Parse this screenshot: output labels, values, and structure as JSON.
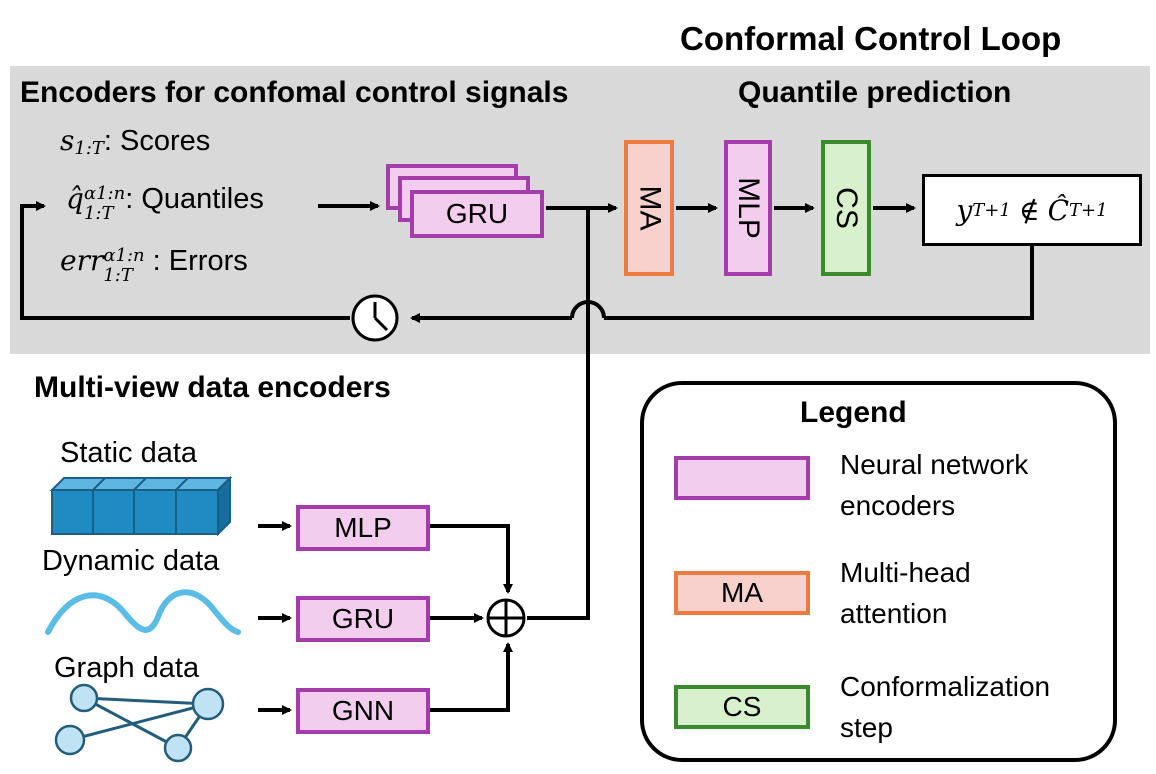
{
  "title": "Conformal Control Loop",
  "top_panel": {
    "encoders_heading": "Encoders for confomal control signals",
    "quantile_heading": "Quantile prediction",
    "signals": [
      {
        "symbol": "s",
        "subscript": "1:T",
        "label": ": Scores"
      },
      {
        "symbol": "q̂",
        "superscript": "α1:n",
        "subscript": "1:T",
        "label": ": Quantiles"
      },
      {
        "symbol": "err",
        "superscript": "α1:n",
        "subscript": "1:T",
        "label": " : Errors"
      }
    ],
    "gru_label": "GRU",
    "ma_label": "MA",
    "mlp_label": "MLP",
    "cs_label": "CS",
    "output": {
      "y": "y",
      "y_sub": "T+1",
      "relation": "∉",
      "c": "Ĉ",
      "c_sub": "T+1"
    },
    "clock_icon": "clock-icon"
  },
  "bottom_panel": {
    "heading": "Multi-view data encoders",
    "views": [
      {
        "label": "Static data",
        "encoder": "MLP",
        "icon": "cube-array-icon"
      },
      {
        "label": "Dynamic data",
        "encoder": "GRU",
        "icon": "wave-icon"
      },
      {
        "label": "Graph data",
        "encoder": "GNN",
        "icon": "graph-icon"
      }
    ],
    "sum_icon": "circle-plus-icon"
  },
  "legend": {
    "title": "Legend",
    "items": [
      {
        "box_label": "",
        "lines": [
          "Neural network",
          "encoders"
        ],
        "style": "nn"
      },
      {
        "box_label": "MA",
        "lines": [
          "Multi-head",
          "attention"
        ],
        "style": "ma"
      },
      {
        "box_label": "CS",
        "lines": [
          "Conformalization",
          "step"
        ],
        "style": "cs"
      }
    ]
  },
  "colors": {
    "panel_bg": "#d9d9d9",
    "nn_fill": "#f2cdee",
    "nn_border": "#a43cab",
    "ma_fill": "#f8d0cc",
    "ma_border": "#ec7b3d",
    "cs_fill": "#d8f0cc",
    "cs_border": "#3b8a2d",
    "static_cube": "#1e8bc3",
    "wave": "#5bbde6",
    "graph_node": "#bfe2f5",
    "graph_edge": "#245d7a"
  }
}
